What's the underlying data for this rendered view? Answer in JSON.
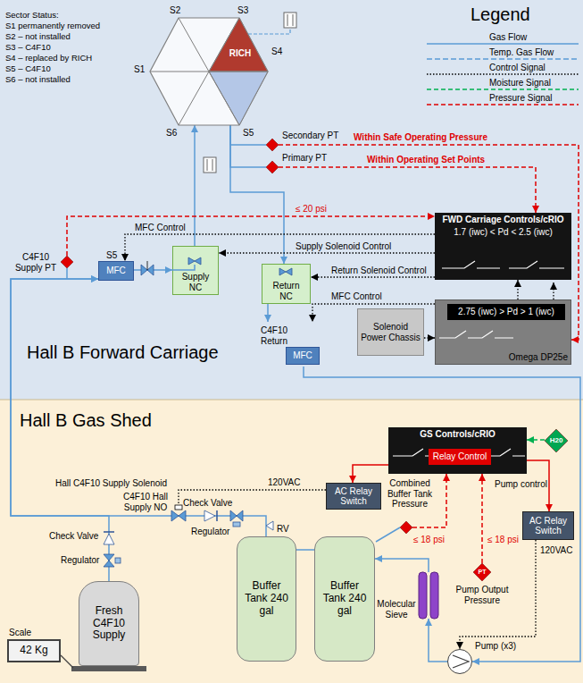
{
  "diagram": {
    "nodes": [
      {
        "text": [
          "Hall B Forward Carriage"
        ]
      },
      {
        "text": [
          "RICH"
        ],
        "in": 0
      },
      {
        "text": [
          "Secondary PT"
        ],
        "in": 0
      },
      {
        "text": [
          "Primary PT"
        ],
        "in": 0
      },
      {
        "text": [
          "C4F10 Supply PT"
        ],
        "in": 0
      },
      {
        "text": [
          "S5",
          "MFC"
        ],
        "in": 0
      },
      {
        "text": [
          "Supply NC"
        ],
        "in": 0
      },
      {
        "text": [
          "Return NC"
        ],
        "in": 0
      },
      {
        "text": [
          "FWD Carriage Controls/cRIO",
          "1.7 (iwc) < Pd < 2.5 (iwc)"
        ],
        "in": 0
      },
      {
        "text": [
          "Omega DP25e"
        ],
        "in": 0
      },
      {
        "text": [
          "2.75 (iwc) > Pd > 1 (iwc)"
        ],
        "in": 9
      },
      {
        "text": [
          "Solenoid Power Chassis"
        ],
        "in": 0
      },
      {
        "text": [
          "C4F10 Return",
          "MFC"
        ],
        "in": 0
      },
      {
        "text": [
          "Hall B Gas Shed"
        ]
      },
      {
        "text": [
          "GS Controls/cRIO"
        ],
        "in": 13
      },
      {
        "text": [
          "Relay Control"
        ],
        "in": 14
      },
      {
        "text": [
          "H20"
        ],
        "in": 13
      },
      {
        "text": [
          "AC Relay Switch"
        ],
        "in": 13
      },
      {
        "text": [
          "AC Relay Switch"
        ],
        "in": 13
      },
      {
        "text": [
          "Combined Buffer Tank Pressure"
        ],
        "in": 13
      },
      {
        "text": [
          "Buffer Tank 240 gal"
        ],
        "in": 13
      },
      {
        "text": [
          "Buffer Tank 240 gal"
        ],
        "in": 13
      },
      {
        "text": [
          "PT",
          "Pump Output Pressure"
        ],
        "in": 13
      },
      {
        "text": [
          "Molecular Sieve"
        ],
        "in": 13
      },
      {
        "text": [
          "Pump (x3)"
        ],
        "in": 13
      },
      {
        "text": [
          "Fresh C4F10 Supply"
        ],
        "in": 13
      },
      {
        "text": [
          "Scale",
          "42 Kg"
        ],
        "in": 13
      }
    ],
    "edges": [
      {
        "from": 25,
        "to": 5,
        "arrow": "to"
      },
      {
        "from": 20,
        "to": 5,
        "arrow": "to"
      },
      {
        "from": 20,
        "to": 21,
        "arrow": "none"
      },
      {
        "from": 5,
        "to": 6,
        "arrow": "to"
      },
      {
        "from": 6,
        "to": 1,
        "arrow": "to"
      },
      {
        "from": 1,
        "to": 7,
        "arrow": "to"
      },
      {
        "from": 7,
        "to": 12,
        "arrow": "to"
      },
      {
        "from": 12,
        "to": 24,
        "arrow": "to"
      },
      {
        "from": 24,
        "to": 23,
        "arrow": "to"
      },
      {
        "from": 23,
        "to": 21,
        "arrow": "to"
      },
      {
        "from": 4,
        "to": 8,
        "arrow": "to",
        "label": "≤ 20 psi"
      },
      {
        "from": 3,
        "to": 8,
        "arrow": "to",
        "label": "Within Operating Set Points"
      },
      {
        "from": 2,
        "to": 9,
        "arrow": "to",
        "label": "Within Safe Operating Pressure"
      },
      {
        "from": 8,
        "to": 5,
        "arrow": "to",
        "label": "MFC Control"
      },
      {
        "from": 8,
        "to": 6,
        "arrow": "to",
        "label": "Supply Solenoid Control"
      },
      {
        "from": 8,
        "to": 7,
        "arrow": "to",
        "label": "Return Solenoid Control"
      },
      {
        "from": 9,
        "to": 12,
        "arrow": "to",
        "label": "MFC Control"
      },
      {
        "from": 11,
        "to": 9,
        "arrow": "to"
      },
      {
        "from": 9,
        "to": 8,
        "arrow": "to"
      },
      {
        "from": 16,
        "to": 14,
        "arrow": "to"
      },
      {
        "from": 14,
        "to": 17,
        "arrow": "to"
      },
      {
        "from": 14,
        "to": 18,
        "arrow": "to",
        "label": "Pump control"
      },
      {
        "from": 18,
        "to": 24,
        "arrow": "to"
      },
      {
        "from": 19,
        "to": 14,
        "arrow": "to",
        "label": "≤ 18 psi"
      },
      {
        "from": 22,
        "to": 14,
        "arrow": "to",
        "label": "≤ 18 psi"
      },
      {
        "from": 1,
        "to": 2,
        "arrow": "none"
      },
      {
        "from": 1,
        "to": 3,
        "arrow": "none"
      }
    ],
    "labels": [
      "Sector Status:",
      "S1 permanently removed",
      "S2 – not installed",
      "S3 – C4F10",
      "S4 – replaced by RICH",
      "S5 – C4F10",
      "S6 – not installed",
      "Legend",
      "S1",
      "S2",
      "S3",
      "S4",
      "S5",
      "S6",
      "Hall C4F10 Supply Solenoid",
      "120VAC",
      "C4F10 Hall Supply NO",
      "Check Valve",
      "Regulator",
      "RV",
      "Check Valve",
      "Regulator",
      "120VAC"
    ],
    "legend": [
      {
        "text": "Gas Flow"
      },
      {
        "text": "Temp. Gas Flow"
      },
      {
        "text": "Control Signal"
      },
      {
        "text": "Moisture Signal"
      },
      {
        "text": "Pressure Signal"
      }
    ]
  }
}
